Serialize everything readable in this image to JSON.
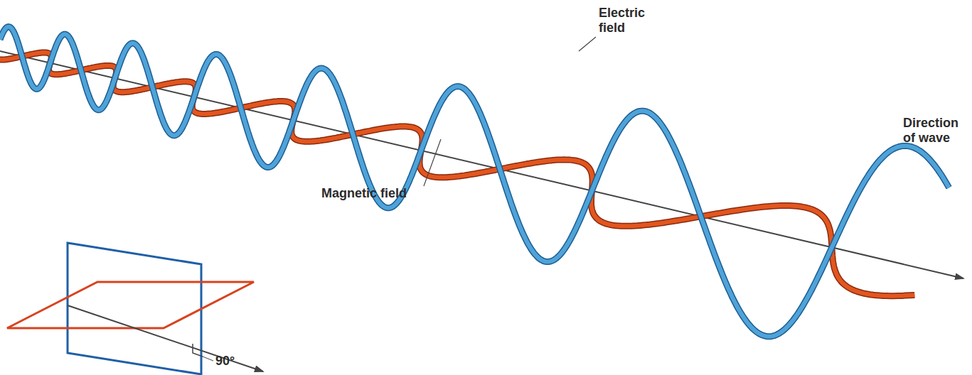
{
  "diagram": {
    "labels": [
      "Electric field",
      "Magnetic field",
      "Direction of wave",
      "90°"
    ]
  }
}
